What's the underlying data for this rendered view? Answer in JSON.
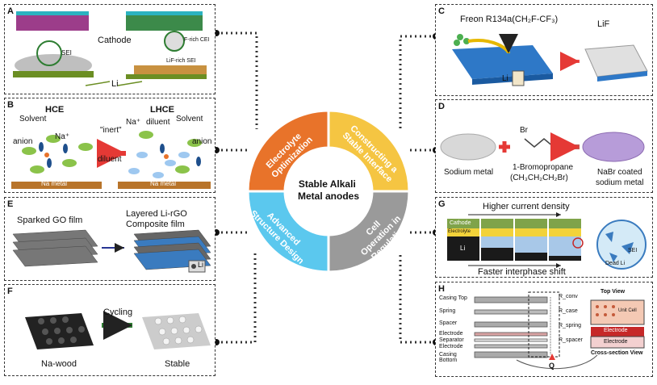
{
  "center": {
    "title": "Stable Alkali Metal anodes",
    "title_line1": "Stable Alkali",
    "title_line2": "Metal anodes",
    "segments": [
      {
        "label_line1": "Electrolyte",
        "label_line2": "Optimization",
        "color": "#E8732A"
      },
      {
        "label_line1": "Constructing a",
        "label_line2": "Stable Interface",
        "color": "#F5C542"
      },
      {
        "label_line1": "Cell",
        "label_line2": "Operation in",
        "label_line3": "Regulation",
        "color": "#9A9A9A"
      },
      {
        "label_line1": "Advanced",
        "label_line2": "Structure Design",
        "color": "#5BC8EE"
      }
    ]
  },
  "panels": {
    "A": {
      "tag": "A",
      "cathode": "Cathode",
      "sei": "SEI",
      "f_rich_cei": "F-rich CEI",
      "lif_rich_sei": "LiF-rich SEI",
      "li": "Li"
    },
    "B": {
      "tag": "B",
      "hce": "HCE",
      "lhce": "LHCE",
      "solvent_left": "Solvent",
      "na_plus_left": "Na⁺",
      "anion_left": "anion",
      "inert_line1": "\"inert\"",
      "inert_line2": "diluent",
      "na_plus_right": "Na⁺",
      "diluent": "diluent",
      "solvent_right": "Solvent",
      "anion_right": "anion",
      "na_metal_left": "Na metal",
      "na_metal_right": "Na metal"
    },
    "C": {
      "tag": "C",
      "freon": "Freon R134a(CH₂F-CF₃)",
      "lif": "LiF",
      "li": "Li"
    },
    "D": {
      "tag": "D",
      "sodium_metal": "Sodium metal",
      "bromopropane_line1": "1-Bromopropane",
      "bromopropane_line2": "(CH₃CH₂CH₂Br)",
      "br": "Br",
      "nabr_line1": "NaBr coated",
      "nabr_line2": "sodium metal"
    },
    "E": {
      "tag": "E",
      "sparked": "Sparked GO film",
      "layered_line1": "Layered Li-rGO",
      "layered_line2": "Composite film",
      "li": "Li"
    },
    "F": {
      "tag": "F",
      "cycling": "Cycling",
      "na_wood": "Na-wood",
      "stable": "Stable"
    },
    "G": {
      "tag": "G",
      "higher": "Higher current density",
      "faster": "Faster interphase shift",
      "cathode": "Cathode",
      "electrolyte": "Electrolyte",
      "li": "Li",
      "sei": "SEI",
      "dead_li": "Dead Li"
    },
    "H": {
      "tag": "H",
      "casing_top": "Casing Top",
      "spring": "Spring",
      "spacer": "Spacer",
      "electrode": "Electrode",
      "separator": "Separator",
      "electrode2": "Electrode",
      "casing_bottom": "Casing Bottom",
      "r_conv": "R_conv",
      "r_case": "R_case",
      "r_spring": "R_spring",
      "r_spacer": "R_spacer",
      "q": "Q",
      "top_view": "Top View",
      "unit_cell": "Unit Cell",
      "electrode_box": "Electrode",
      "electrode_box2": "Electrode",
      "cross_section": "Cross-section View"
    }
  }
}
